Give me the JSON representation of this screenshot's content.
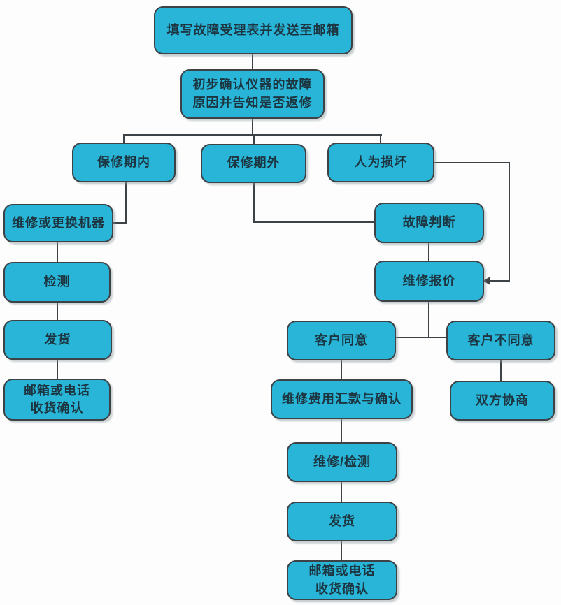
{
  "flowchart": {
    "colors": {
      "node_fill": "#29b5d7",
      "node_border": "#3d4246",
      "connector": "#3d4246",
      "text": "#1c3540",
      "background": "#fdfdfd"
    },
    "nodes": [
      {
        "id": "fill-form",
        "label": "填写故障受理表并发送至邮箱"
      },
      {
        "id": "initial-confirm",
        "label": "初步确认仪器的故障\n原因并告知是否返修"
      },
      {
        "id": "in-warranty",
        "label": "保修期内"
      },
      {
        "id": "out-warranty",
        "label": "保修期外"
      },
      {
        "id": "man-made-damage",
        "label": "人为损坏"
      },
      {
        "id": "repair-or-replace",
        "label": "维修或更换机器"
      },
      {
        "id": "testing",
        "label": "检测"
      },
      {
        "id": "ship-left",
        "label": "发货"
      },
      {
        "id": "receipt-confirm-left",
        "label": "邮箱或电话\n收货确认"
      },
      {
        "id": "fault-judgment",
        "label": "故障判断"
      },
      {
        "id": "repair-quote",
        "label": "维修报价"
      },
      {
        "id": "customer-agree",
        "label": "客户同意"
      },
      {
        "id": "customer-disagree",
        "label": "客户不同意"
      },
      {
        "id": "payment-and-confirm",
        "label": "维修费用汇款与确认"
      },
      {
        "id": "negotiate",
        "label": "双方协商"
      },
      {
        "id": "repair-test",
        "label": "维修/检测"
      },
      {
        "id": "ship-bottom",
        "label": "发货"
      },
      {
        "id": "receipt-confirm-bottom",
        "label": "邮箱或电话\n收货确认"
      }
    ],
    "edges": [
      {
        "from": "fill-form",
        "to": "initial-confirm"
      },
      {
        "from": "initial-confirm",
        "to": "in-warranty"
      },
      {
        "from": "initial-confirm",
        "to": "out-warranty"
      },
      {
        "from": "initial-confirm",
        "to": "man-made-damage"
      },
      {
        "from": "in-warranty",
        "to": "repair-or-replace"
      },
      {
        "from": "repair-or-replace",
        "to": "testing"
      },
      {
        "from": "testing",
        "to": "ship-left"
      },
      {
        "from": "ship-left",
        "to": "receipt-confirm-left"
      },
      {
        "from": "out-warranty",
        "to": "fault-judgment"
      },
      {
        "from": "fault-judgment",
        "to": "repair-quote"
      },
      {
        "from": "man-made-damage",
        "to": "repair-quote",
        "arrow": true
      },
      {
        "from": "repair-quote",
        "to": "customer-agree"
      },
      {
        "from": "repair-quote",
        "to": "customer-disagree"
      },
      {
        "from": "customer-agree",
        "to": "payment-and-confirm"
      },
      {
        "from": "customer-disagree",
        "to": "negotiate"
      },
      {
        "from": "payment-and-confirm",
        "to": "repair-test"
      },
      {
        "from": "repair-test",
        "to": "ship-bottom"
      },
      {
        "from": "ship-bottom",
        "to": "receipt-confirm-bottom"
      }
    ]
  }
}
